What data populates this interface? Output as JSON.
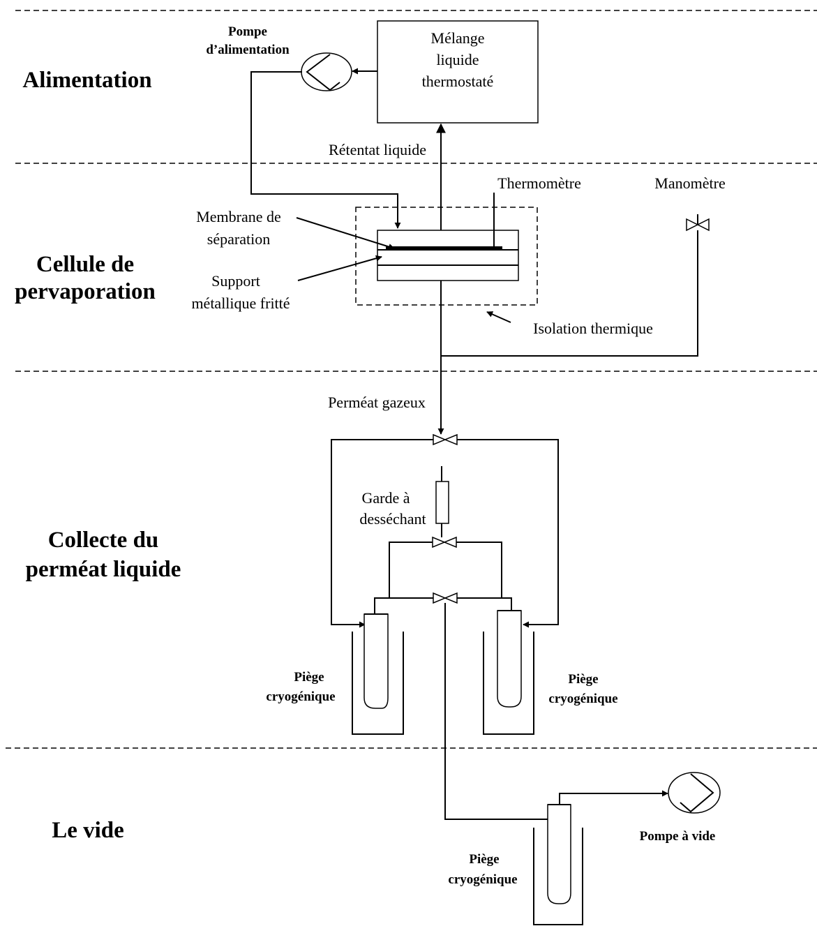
{
  "sections": {
    "alimentation": "Alimentation",
    "cellule_line1": "Cellule de",
    "cellule_line2": "pervaporation",
    "collecte_line1": "Collecte du",
    "collecte_line2": "perméat liquide",
    "vide": "Le vide"
  },
  "labels": {
    "pompe_line1": "Pompe",
    "pompe_line2": "d’alimentation",
    "melange_line1": "Mélange",
    "melange_line2": "liquide",
    "melange_line3": "thermostaté",
    "retentat": "Rétentat liquide",
    "thermometre": "Thermomètre",
    "manometre": "Manomètre",
    "membrane_line1": "Membrane de",
    "membrane_line2": "séparation",
    "support_line1": "Support",
    "support_line2": "métallique fritté",
    "isolation": "Isolation thermique",
    "permeat_gazeux": "Perméat gazeux",
    "garde_line1": "Garde à",
    "garde_line2": "desséchant",
    "piege_left_line1": "Piège",
    "piege_left_line2": "cryogénique",
    "piege_right_line1": "Piège",
    "piege_right_line2": "cryogénique",
    "piege_bottom_line1": "Piège",
    "piege_bottom_line2": "cryogénique",
    "pompe_vide": "Pompe à vide"
  }
}
